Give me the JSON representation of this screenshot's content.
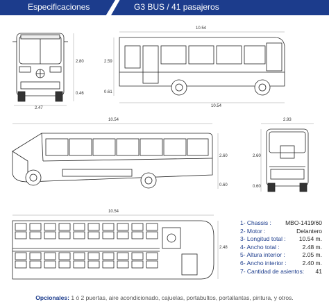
{
  "header": {
    "left_title": "Especificaciones",
    "right_title": "G3 BUS  /  41 pasajeros"
  },
  "dimensions": {
    "front_height": "2.80",
    "front_ground": "0.46",
    "front_width": "2.47",
    "side_top_total": "10.54",
    "side_bottom_total": "10.54",
    "side_height": "2.59",
    "side_ground": "0.61",
    "persp_top": "10.54",
    "persp_height": "2.60",
    "persp_ground": "0.60",
    "rear_width": "2.93",
    "rear_height": "2.60",
    "rear_ground": "0.60",
    "plan_length": "10.54",
    "plan_width": "2.48"
  },
  "specs": [
    {
      "label": "1- Chassis :",
      "value": "MBO-1419/60"
    },
    {
      "label": "2- Motor :",
      "value": "Delantero"
    },
    {
      "label": "3- Longitud total :",
      "value": "10.54 m."
    },
    {
      "label": "4- Ancho total :",
      "value": "2.48 m."
    },
    {
      "label": "5- Altura interior :",
      "value": "2.05 m."
    },
    {
      "label": "6- Ancho interior :",
      "value": "2.40 m."
    },
    {
      "label": "7- Cantidad de asientos:",
      "value": "41"
    }
  ],
  "footer": {
    "label": "Opcionales:",
    "text": " 1 ó 2 puertas, aire acondicionado, cajuelas, portabultos, portallantas, pintura, y otros."
  },
  "colors": {
    "brand_blue": "#1c3c8c",
    "line": "#222222"
  }
}
